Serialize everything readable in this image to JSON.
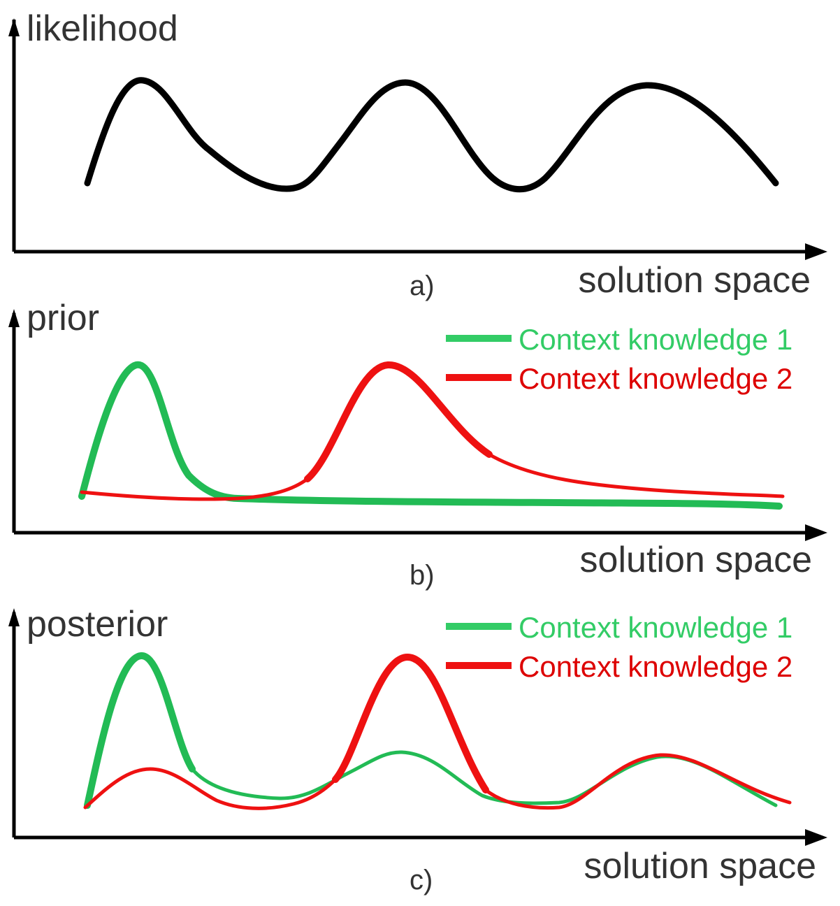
{
  "colors": {
    "likelihood": "#000000",
    "context1": "#22bb55",
    "context2": "#ee1111",
    "axis": "#000000",
    "text": "#333333",
    "legend_context1_text": "#33cc66",
    "legend_context2_text": "#dd0000"
  },
  "panels": [
    {
      "id": "a",
      "y_label": "likelihood",
      "x_label": "solution space",
      "tag": "a)",
      "legend": []
    },
    {
      "id": "b",
      "y_label": "prior",
      "x_label": "solution space",
      "tag": "b)",
      "legend": [
        "Context knowledge 1",
        "Context knowledge 2"
      ]
    },
    {
      "id": "c",
      "y_label": "posterior",
      "x_label": "solution space",
      "tag": "c)",
      "legend": [
        "Context knowledge 1",
        "Context knowledge 2"
      ]
    }
  ]
}
